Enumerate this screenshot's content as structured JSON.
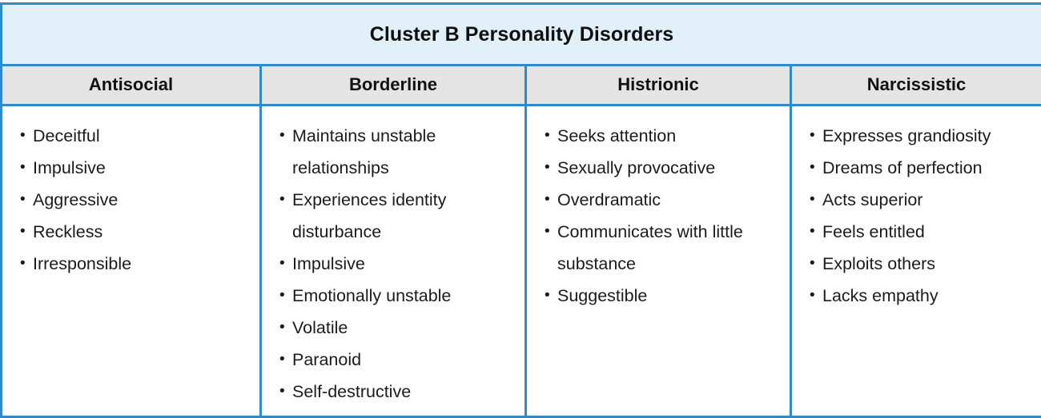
{
  "table": {
    "title": "Cluster B Personality Disorders",
    "colors": {
      "border": "#3089c8",
      "title_background": "#e1eff8",
      "header_background": "#e4e4e4",
      "body_background": "#ffffff",
      "text": "#1b1b1b"
    },
    "columns": [
      {
        "header": "Antisocial",
        "items": [
          "Deceitful",
          "Impulsive",
          "Aggressive",
          "Reckless",
          "Irresponsible"
        ]
      },
      {
        "header": "Borderline",
        "items": [
          "Maintains unstable relationships",
          "Experiences identity disturbance",
          "Impulsive",
          "Emotionally unstable",
          "Volatile",
          "Paranoid",
          "Self-destructive"
        ]
      },
      {
        "header": "Histrionic",
        "items": [
          "Seeks attention",
          "Sexually provocative",
          "Overdramatic",
          "Communicates with little substance",
          "Suggestible"
        ]
      },
      {
        "header": "Narcissistic",
        "items": [
          "Expresses grandiosity",
          "Dreams of perfection",
          "Acts superior",
          "Feels entitled",
          "Exploits others",
          "Lacks empathy"
        ]
      }
    ]
  }
}
